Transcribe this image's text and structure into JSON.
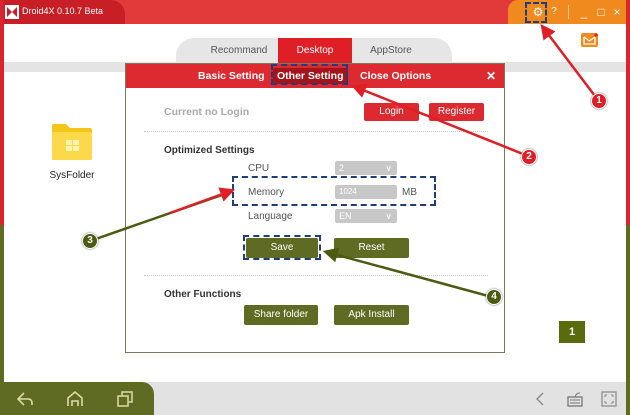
{
  "window": {
    "title": "Droid4X 0.10.7 Beta",
    "controls": {
      "settings": "⚙",
      "help": "?",
      "minimize": "_",
      "maximize": "□",
      "close": "×"
    }
  },
  "top_tabs": [
    {
      "label": "Recommand",
      "active": false
    },
    {
      "label": "Desktop",
      "active": true
    },
    {
      "label": "AppStore",
      "active": false
    }
  ],
  "desktop": {
    "icons": [
      {
        "label": "SysFolder",
        "icon": "folder-icon"
      }
    ],
    "page_indicator": "1"
  },
  "dialog": {
    "tabs": [
      {
        "label": "Basic Setting",
        "active": false
      },
      {
        "label": "Other Setting",
        "active": true
      },
      {
        "label": "Close Options",
        "active": false
      }
    ],
    "close_label": "✕",
    "login": {
      "status": "Current no Login",
      "login_button": "Login",
      "register_button": "Register"
    },
    "optimized": {
      "title": "Optimized Settings",
      "cpu": {
        "label": "CPU",
        "value": "2"
      },
      "memory": {
        "label": "Memory",
        "value": "1024",
        "unit": "MB"
      },
      "language": {
        "label": "Language",
        "value": "EN"
      },
      "save_button": "Save",
      "reset_button": "Reset"
    },
    "other_functions": {
      "title": "Other Functions",
      "share_folder_button": "Share folder",
      "apk_install_button": "Apk Install"
    }
  },
  "annotations": {
    "callouts": [
      "1",
      "2",
      "3",
      "4"
    ],
    "colors": {
      "red": "#e01e25",
      "green": "#4c5a12",
      "dash": "#1f3d7a"
    }
  },
  "colors": {
    "brand_red": "#dd2a30",
    "brand_orange": "#f08a1e",
    "olive": "#5f6b22"
  }
}
